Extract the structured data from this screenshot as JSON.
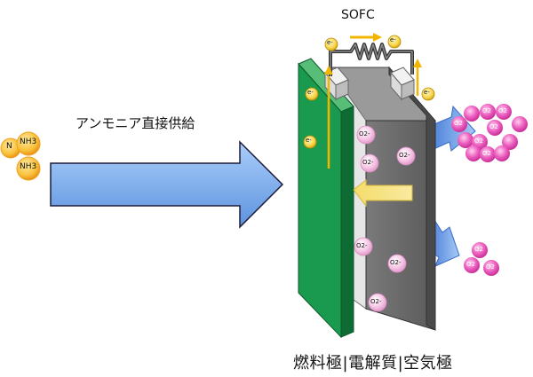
{
  "title": "SOFC",
  "feed_label": "アンモニア直接供給",
  "layers_label": "燃料極|電解質|空気極",
  "molecule": {
    "n": "N",
    "nh3": "NH3"
  },
  "particles": {
    "electron": "e-",
    "oxide_ion": "O2-",
    "oxygen": "O2"
  },
  "colors": {
    "anode_green": "#1a9a4e",
    "electrolyte_gray": "#6e6e6e",
    "arrow_blue": "#7fb0ec",
    "oxygen_pink": "#e24bb5",
    "ion_pink": "#f2bde0",
    "electron_yellow": "#f4cc3a",
    "ammonia_orange": "#f6a21c"
  }
}
